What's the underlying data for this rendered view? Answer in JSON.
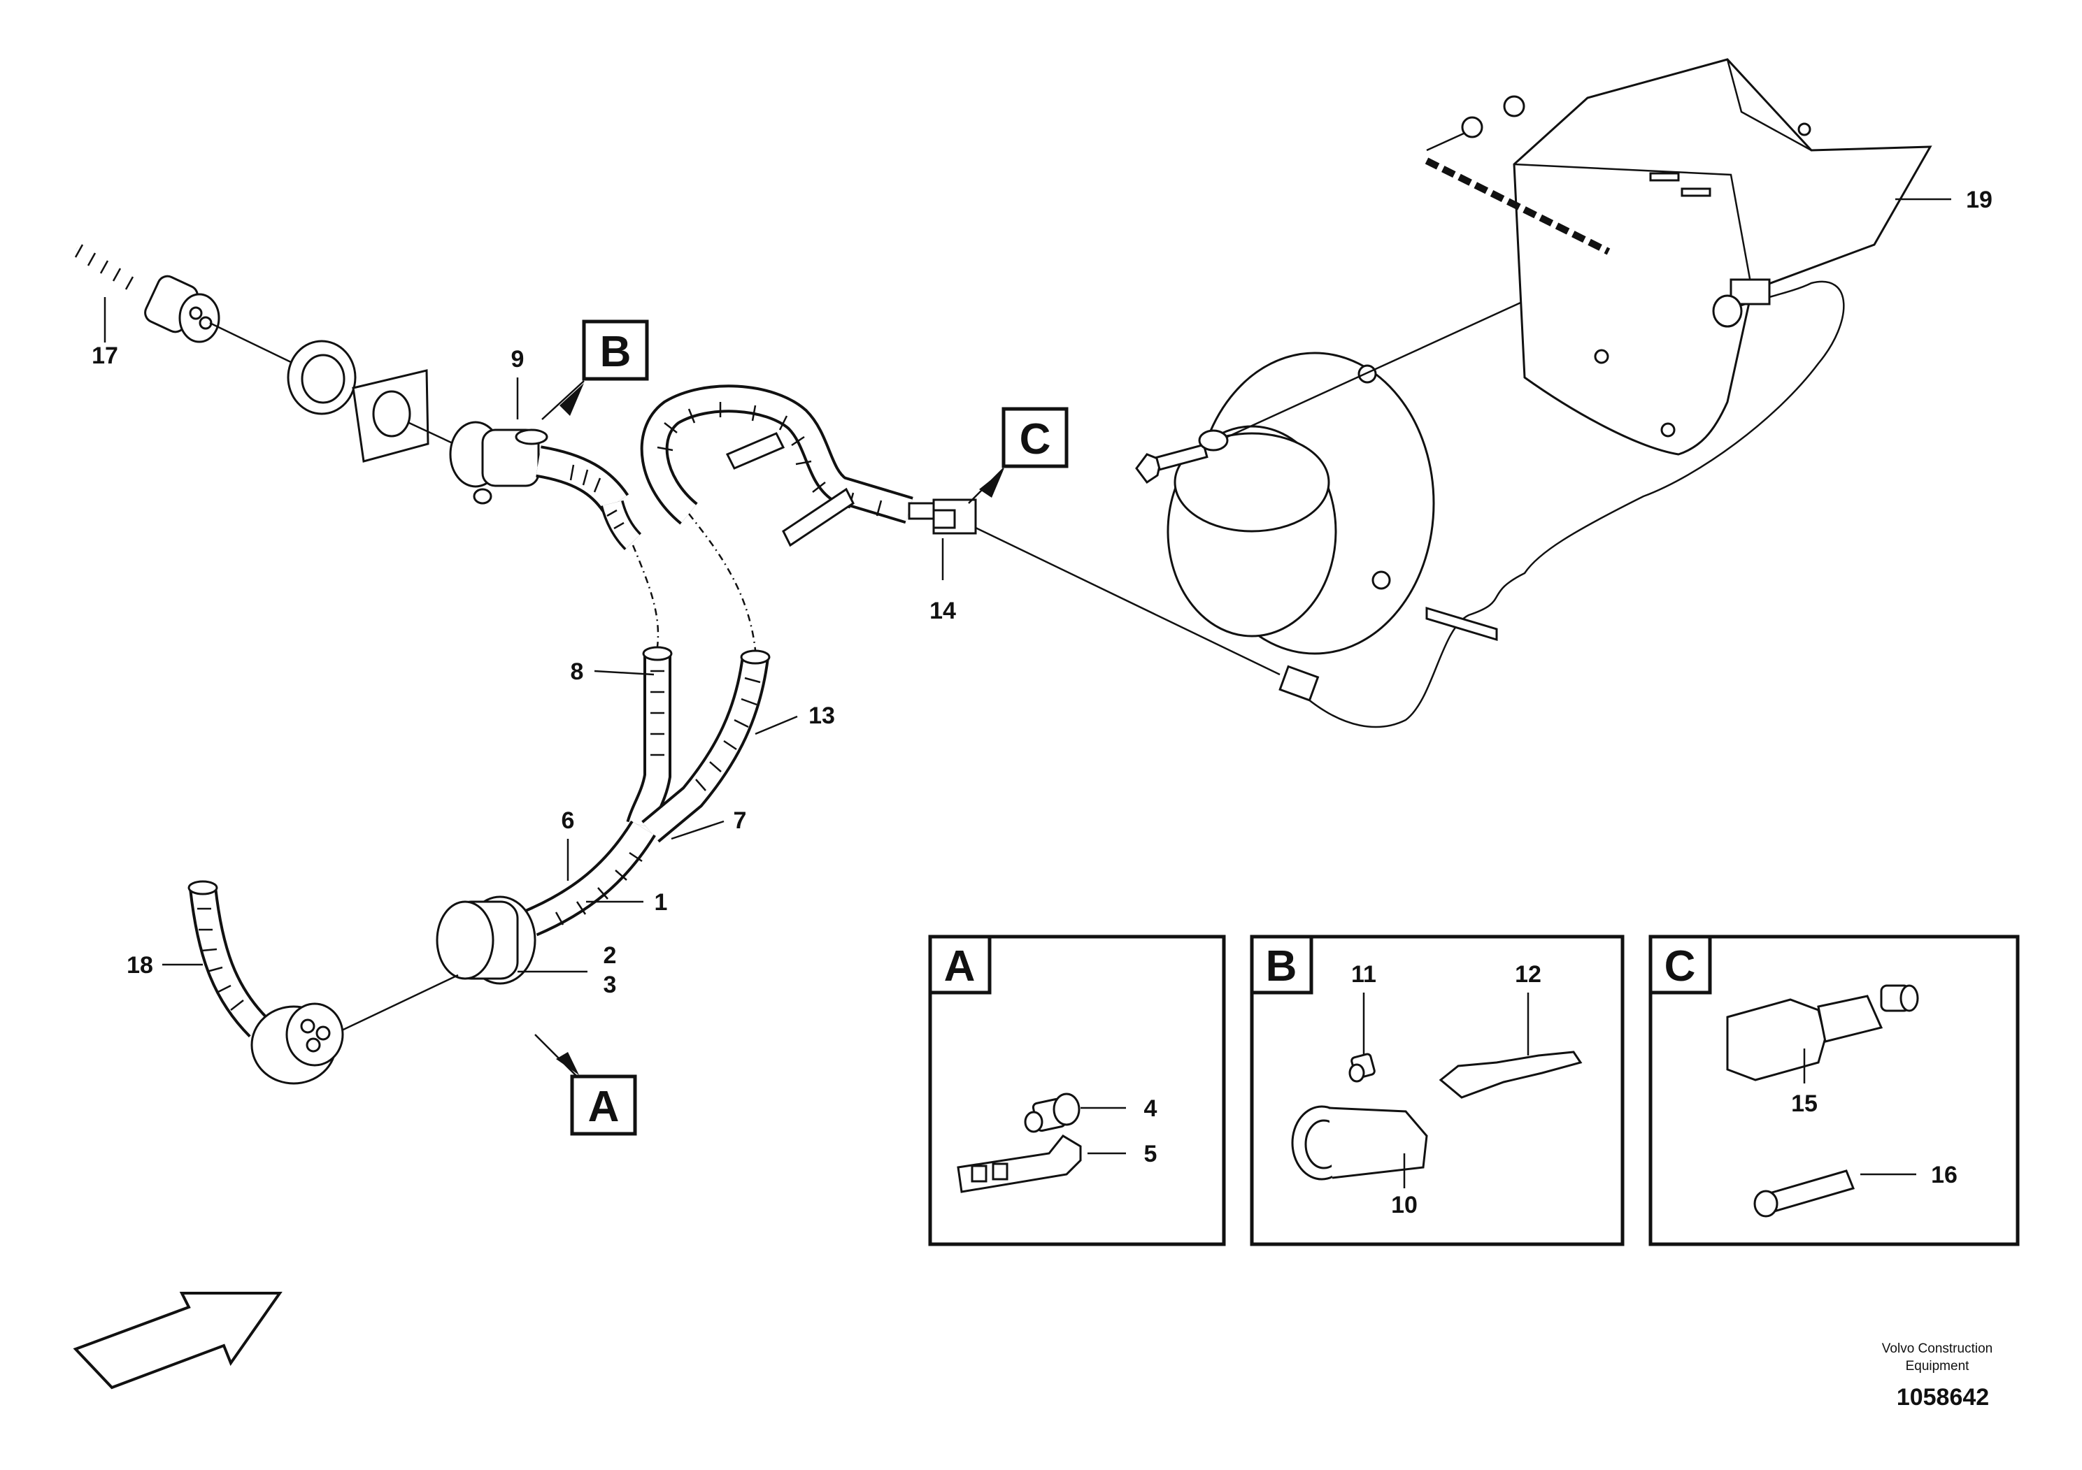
{
  "callouts": {
    "c1": "1",
    "c2": "2",
    "c3": "3",
    "c4": "4",
    "c5": "5",
    "c6": "6",
    "c7": "7",
    "c8": "8",
    "c9": "9",
    "c10": "10",
    "c11": "11",
    "c12": "12",
    "c13": "13",
    "c14": "14",
    "c15": "15",
    "c16": "16",
    "c17": "17",
    "c18": "18",
    "c19": "19"
  },
  "view_flags": {
    "a": "A",
    "b": "B",
    "c": "C"
  },
  "detail_boxes": {
    "a": "A",
    "b": "B",
    "c": "C"
  },
  "footer": {
    "credit_line1": "Volvo Construction",
    "credit_line2": "Equipment",
    "doc_number": "1058642"
  }
}
